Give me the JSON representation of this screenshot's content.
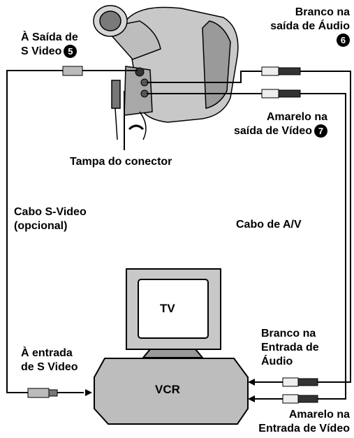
{
  "labels": {
    "s_video_out_line1": "À Saída de",
    "s_video_out_line2": "S Video",
    "s_video_out_num": "5",
    "audio_out_line1": "Branco na",
    "audio_out_line2": "saída de Áudio",
    "audio_out_num": "6",
    "video_out_line1": "Amarelo na",
    "video_out_line2": "saída de Vídeo",
    "video_out_num": "7",
    "connector_cover": "Tampa do conector",
    "s_video_cable_line1": "Cabo S-Video",
    "s_video_cable_line2": "(opcional)",
    "av_cable": "Cabo de A/V",
    "tv": "TV",
    "vcr": "VCR",
    "s_video_in_line1": "À entrada",
    "s_video_in_line2": "de S Video",
    "audio_in_line1": "Branco na",
    "audio_in_line2": "Entrada de",
    "audio_in_line3": "Áudio",
    "video_in_line1": "Amarelo na",
    "video_in_line2": "Entrada de Vídeo"
  }
}
